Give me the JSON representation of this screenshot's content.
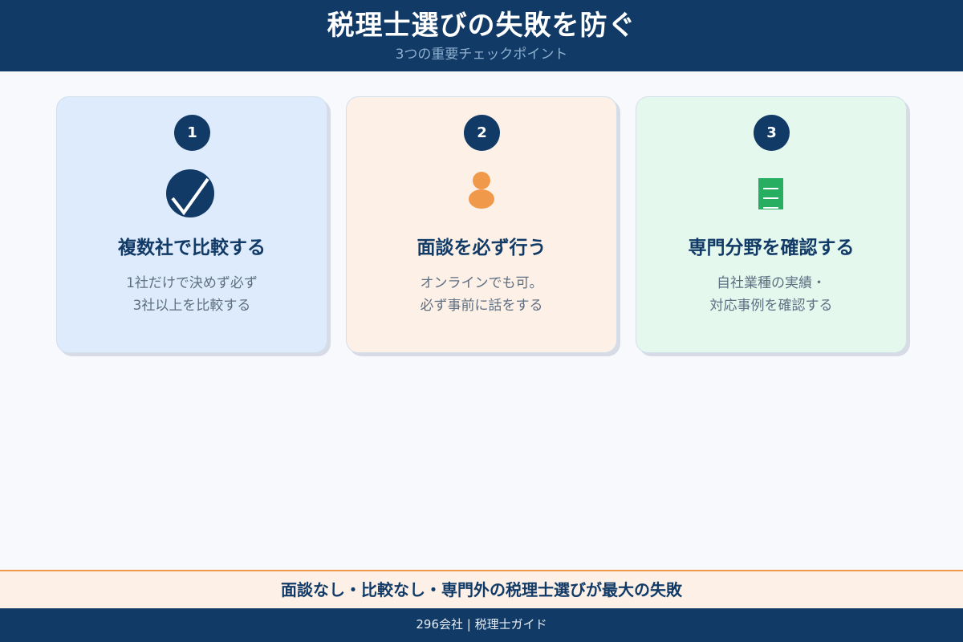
{
  "header": {
    "title": "税理士選びの失敗を防ぐ",
    "subtitle": "3つの重要チェックポイント"
  },
  "colors": {
    "navy": "#113a66",
    "orange": "#f0994b",
    "green": "#27ae60",
    "card1_bg": "#deebfc",
    "card2_bg": "#fdf0e7",
    "card3_bg": "#e4f8ee"
  },
  "cards": [
    {
      "number": "1",
      "icon": "check-circle-icon",
      "title": "複数社で比較する",
      "desc_line1": "1社だけで決めず必ず",
      "desc_line2": "3社以上を比較する"
    },
    {
      "number": "2",
      "icon": "person-icon",
      "title": "面談を必ず行う",
      "desc_line1": "オンラインでも可。",
      "desc_line2": "必ず事前に話をする"
    },
    {
      "number": "3",
      "icon": "document-icon",
      "title": "専門分野を確認する",
      "desc_line1": "自社業種の実績・",
      "desc_line2": "対応事例を確認する"
    }
  ],
  "alert": {
    "text": "面談なし・比較なし・専門外の税理士選びが最大の失敗"
  },
  "footer": {
    "text": "296会社 | 税理士ガイド"
  }
}
